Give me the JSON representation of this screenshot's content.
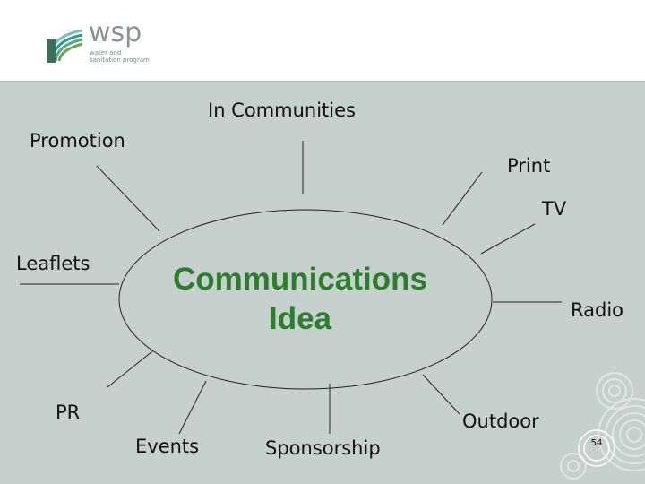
{
  "logo": {
    "name": "wsp",
    "subtitle_line1": "water and",
    "subtitle_line2": "sanitation program"
  },
  "diagram": {
    "center_line1": "Communications",
    "center_line2": "Idea",
    "labels": {
      "in_communities": "In Communities",
      "promotion": "Promotion",
      "print": "Print",
      "tv": "TV",
      "leaflets": "Leaflets",
      "radio": "Radio",
      "pr": "PR",
      "outdoor": "Outdoor",
      "events": "Events",
      "sponsorship": "Sponsorship"
    }
  },
  "page_number": "54",
  "colors": {
    "background": "#c6d1cd",
    "title_green": "#2e7d2e",
    "logo_teal": "#2a9d8f",
    "logo_green": "#6aa84f"
  }
}
